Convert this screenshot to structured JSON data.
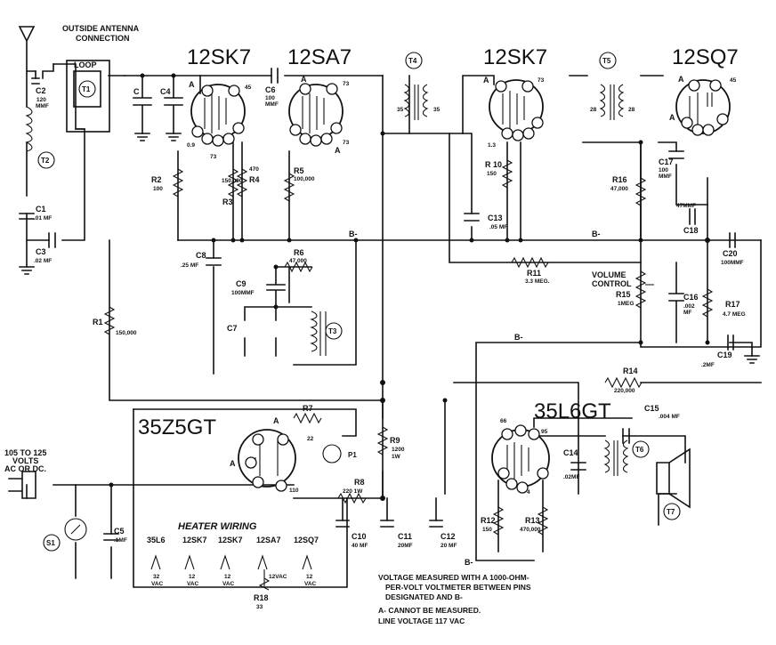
{
  "tubes": {
    "v1": "12SK7",
    "v2": "12SA7",
    "v3": "12SK7",
    "v4": "12SQ7",
    "rect": "35Z5GT",
    "out": "35L6GT"
  },
  "antenna": [
    "OUTSIDE ANTENNA",
    "CONNECTION"
  ],
  "loop": "LOOP",
  "transformers": {
    "t1": "T1",
    "t2": "T2",
    "t3": "T3",
    "t4": "T4",
    "t5": "T5",
    "t6": "T6",
    "t7": "T7"
  },
  "switch": "S1",
  "pilot": "P1",
  "parts": {
    "c2": "C2",
    "c2v": "120",
    "c2u": "MMF",
    "c1": "C1",
    "c1v": ".01 MF",
    "c3": "C3",
    "c3v": ".02 MF",
    "c": "C",
    "c4": "C4",
    "c6": "C6",
    "c6v": "100",
    "c6u": "MMF",
    "c7": "C7",
    "c8": "C8",
    "c8v": ".25 MF",
    "c9": "C9",
    "c9v": "100MMF",
    "c13": "C13",
    "c13v": ".05 MF",
    "c17": "C17",
    "c17v": "100",
    "c17u": "MMF",
    "c18": "C18",
    "c18v": "47MMF",
    "c20": "C20",
    "c20v": "100MMF",
    "c16": "C16",
    "c16v": ".002",
    "c16u": "MF",
    "c19": "C19",
    "c19v": ".2MF",
    "c15": "C15",
    "c15v": ".004 MF",
    "c14": "C14",
    "c14v": ".02MF",
    "c5": "C5",
    "c5v": ".1MF",
    "c10": "C10",
    "c10v": "40 MF",
    "c11": "C11",
    "c11v": "20MF",
    "c12": "C12",
    "c12v": "20 MF",
    "r1": "R1",
    "r1v": "150,000",
    "r2": "R2",
    "r2v": "100",
    "r3": "R3",
    "r3v": "150,000",
    "r4": "R4",
    "r4v": "470",
    "r5": "R5",
    "r5v": "100,000",
    "r6": "R6",
    "r6v": "47,000",
    "r7": "R7",
    "r7v": "22",
    "r8": "R8",
    "r8v": "220 1W",
    "r9": "R9",
    "r9v": "1200",
    "r9w": "1W",
    "r10": "R 10",
    "r10v": "150",
    "r11": "R11",
    "r11v": "3.3 MEG.",
    "r12": "R12",
    "r12v": "150",
    "r13": "R13",
    "r13v": "470,000",
    "r14": "R14",
    "r14v": "220,000",
    "r15": "R15",
    "r15v": "1MEG",
    "r16": "R16",
    "r16v": "47,000",
    "r17": "R17",
    "r17v": "4.7 MEG",
    "r18": "R18",
    "r18v": "33"
  },
  "volume": [
    "VOLUME",
    "CONTROL"
  ],
  "bminus": "B-",
  "voltages": {
    "v1p6": "45",
    "v1p8": "0.9",
    "v1p3": "73",
    "v2p8": "73",
    "v2p6": "73",
    "v3p8": "73",
    "v3p5": "1.3",
    "v4p6": "45",
    "v5p6": "66",
    "v5p5": "95",
    "v5p8": "4",
    "rect110": "110",
    "t4a": "35",
    "t4b": "35",
    "t5a": "28",
    "t5b": "28"
  },
  "pin_letter_a": "A",
  "power": [
    "105 TO 125",
    "VOLTS",
    "AC OR DC."
  ],
  "heater": {
    "title": "HEATER WIRING",
    "tubes": [
      "35L6",
      "12SK7",
      "12SK7",
      "12SA7",
      "12SQ7"
    ],
    "volts": [
      "32",
      "12",
      "12",
      "12VAC",
      "12"
    ],
    "vac": "VAC"
  },
  "notes": [
    "VOLTAGE MEASURED WITH A 1000-OHM-",
    "PER-VOLT VOLTMETER BETWEEN PINS",
    "DESIGNATED AND B-",
    "A- CANNOT BE MEASURED.",
    "LINE VOLTAGE 117 VAC"
  ]
}
